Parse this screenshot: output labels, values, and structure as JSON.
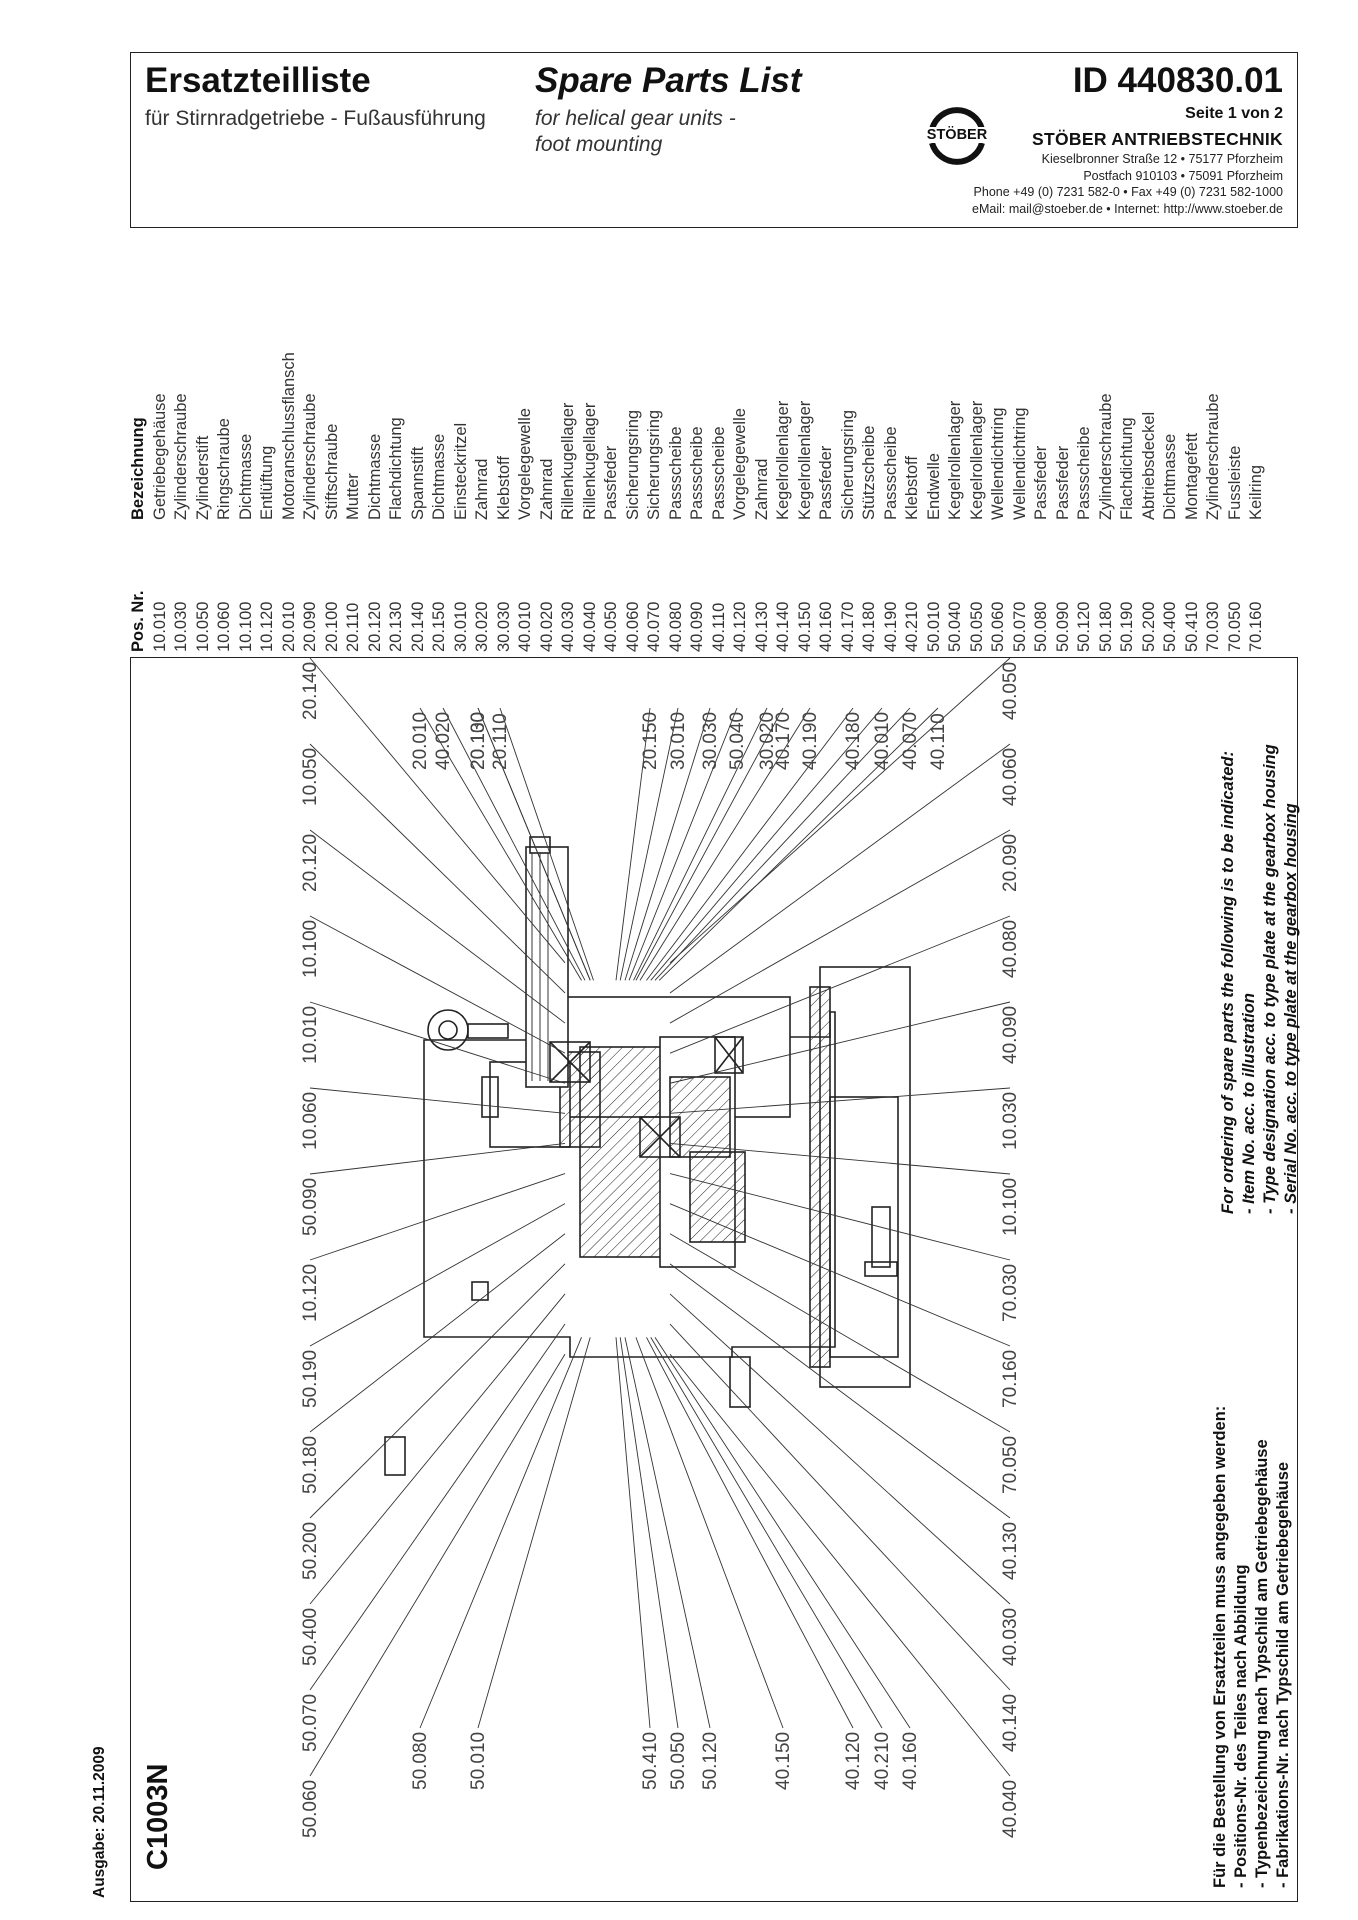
{
  "header": {
    "title_de": "Ersatzteilliste",
    "subtitle_de": "für Stirnradgetriebe - Fußausführung",
    "title_en": "Spare Parts List",
    "subtitle_en_1": "for helical gear units -",
    "subtitle_en_2": "foot mounting",
    "doc_id": "ID 440830.01",
    "page": "Seite 1 von 2",
    "logo_text": "STÖBER",
    "company": "STÖBER ANTRIEBSTECHNIK",
    "address_1": "Kieselbronner Straße 12 • 75177 Pforzheim",
    "address_2": "Postfach 910103 • 75091 Pforzheim",
    "phone": "Phone +49 (0) 7231 582-0 • Fax +49 (0) 7231 582-1000",
    "email": "eMail: mail@stoeber.de • Internet: http://www.stoeber.de"
  },
  "issue_date": "Ausgabe: 20.11.2009",
  "model": "C1003N",
  "parts_table": {
    "col_pos": "Pos. Nr.",
    "col_name": "Bezeichnung",
    "rows": [
      {
        "pos": "10.010",
        "name": "Getriebegehäuse"
      },
      {
        "pos": "10.030",
        "name": "Zylinderschraube"
      },
      {
        "pos": "10.050",
        "name": "Zylinderstift"
      },
      {
        "pos": "10.060",
        "name": "Ringschraube"
      },
      {
        "pos": "10.100",
        "name": "Dichtmasse"
      },
      {
        "pos": "10.120",
        "name": "Entlüftung"
      },
      {
        "pos": "20.010",
        "name": "Motoranschlussflansch"
      },
      {
        "pos": "20.090",
        "name": "Zylinderschraube"
      },
      {
        "pos": "20.100",
        "name": "Stiftschraube"
      },
      {
        "pos": "20.110",
        "name": "Mutter"
      },
      {
        "pos": "20.120",
        "name": "Dichtmasse"
      },
      {
        "pos": "20.130",
        "name": "Flachdichtung"
      },
      {
        "pos": "20.140",
        "name": "Spannstift"
      },
      {
        "pos": "20.150",
        "name": "Dichtmasse"
      },
      {
        "pos": "30.010",
        "name": "Einsteckritzel"
      },
      {
        "pos": "30.020",
        "name": "Zahnrad"
      },
      {
        "pos": "30.030",
        "name": "Klebstoff"
      },
      {
        "pos": "40.010",
        "name": "Vorgelegewelle"
      },
      {
        "pos": "40.020",
        "name": "Zahnrad"
      },
      {
        "pos": "40.030",
        "name": "Rillenkugellager"
      },
      {
        "pos": "40.040",
        "name": "Rillenkugellager"
      },
      {
        "pos": "40.050",
        "name": "Passfeder"
      },
      {
        "pos": "40.060",
        "name": "Sicherungsring"
      },
      {
        "pos": "40.070",
        "name": "Sicherungsring"
      },
      {
        "pos": "40.080",
        "name": "Passscheibe"
      },
      {
        "pos": "40.090",
        "name": "Passscheibe"
      },
      {
        "pos": "40.110",
        "name": "Passscheibe"
      },
      {
        "pos": "40.120",
        "name": "Vorgelegewelle"
      },
      {
        "pos": "40.130",
        "name": "Zahnrad"
      },
      {
        "pos": "40.140",
        "name": "Kegelrollenlager"
      },
      {
        "pos": "40.150",
        "name": "Kegelrollenlager"
      },
      {
        "pos": "40.160",
        "name": "Passfeder"
      },
      {
        "pos": "40.170",
        "name": "Sicherungsring"
      },
      {
        "pos": "40.180",
        "name": "Stützscheibe"
      },
      {
        "pos": "40.190",
        "name": "Passscheibe"
      },
      {
        "pos": "40.210",
        "name": "Klebstoff"
      },
      {
        "pos": "50.010",
        "name": "Endwelle"
      },
      {
        "pos": "50.040",
        "name": "Kegelrollenlager"
      },
      {
        "pos": "50.050",
        "name": "Kegelrollenlager"
      },
      {
        "pos": "50.060",
        "name": "Wellendichtring"
      },
      {
        "pos": "50.070",
        "name": "Wellendichtring"
      },
      {
        "pos": "50.080",
        "name": "Passfeder"
      },
      {
        "pos": "50.090",
        "name": "Passfeder"
      },
      {
        "pos": "50.120",
        "name": "Passscheibe"
      },
      {
        "pos": "50.180",
        "name": "Zylinderschraube"
      },
      {
        "pos": "50.190",
        "name": "Flachdichtung"
      },
      {
        "pos": "50.200",
        "name": "Abtriebsdeckel"
      },
      {
        "pos": "50.400",
        "name": "Dichtmasse"
      },
      {
        "pos": "50.410",
        "name": "Montagefett"
      },
      {
        "pos": "70.030",
        "name": "Zylinderschraube"
      },
      {
        "pos": "70.050",
        "name": "Fussleiste"
      },
      {
        "pos": "70.160",
        "name": "Keilring"
      }
    ]
  },
  "drawing": {
    "row_a": [
      "50.060",
      "50.070",
      "50.400",
      "50.200",
      "50.180",
      "50.190",
      "10.120",
      "50.090",
      "10.060",
      "10.010",
      "10.100",
      "20.120",
      "10.050",
      "20.140"
    ],
    "row_b": [
      "50.080",
      "20.010"
    ],
    "row_c": [
      "50.010",
      "20.130"
    ],
    "row_d": [
      "40.020"
    ],
    "row_e": [
      "20.100"
    ],
    "row_f": [
      "20.110"
    ],
    "row_g": [
      "50.410",
      "20.150"
    ],
    "row_h": [
      "50.050",
      "30.010"
    ],
    "row_i": [
      "50.120",
      "30.030"
    ],
    "row_j": [
      "50.040"
    ],
    "row_k": [
      "30.020"
    ],
    "row_l": [
      "40.150",
      "40.170"
    ],
    "row_m": [
      "40.190"
    ],
    "row_n": [
      "40.120",
      "40.180"
    ],
    "row_o": [
      "40.210",
      "40.010"
    ],
    "row_p": [
      "40.160",
      "40.070"
    ],
    "row_q": [
      "40.110"
    ],
    "row_r": [
      "40.040",
      "40.140",
      "40.030",
      "40.130",
      "70.050",
      "70.160",
      "70.030",
      "10.100",
      "10.030",
      "40.090",
      "40.080",
      "20.090",
      "40.060",
      "40.050"
    ]
  },
  "order_note_en": {
    "title": "For ordering of spare parts the following is to be indicated:",
    "l1": "- Item No. acc. to illustration",
    "l2": "- Type designation acc. to type plate at the gearbox housing",
    "l3": "- Serial No. acc. to type plate at the gearbox housing"
  },
  "order_note_de": {
    "title": "Für die Bestellung von Ersatzteilen muss angegeben werden:",
    "l1": "- Positions-Nr. des Teiles nach Abbildung",
    "l2": "- Typenbezeichnung nach Typschild am Getriebegehäuse",
    "l3": "- Fabrikations-Nr. nach Typschild am Getriebegehäuse"
  }
}
